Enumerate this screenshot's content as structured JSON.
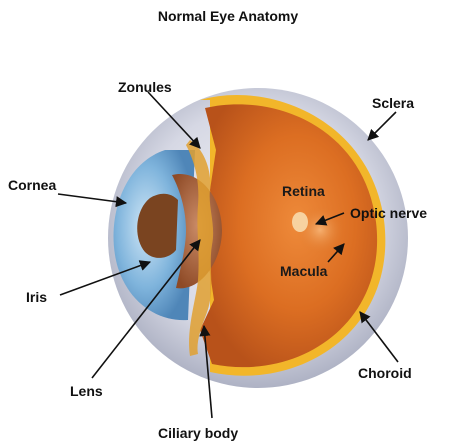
{
  "title": "Normal Eye Anatomy",
  "labels": {
    "zonules": "Zonules",
    "sclera": "Sclera",
    "cornea": "Cornea",
    "retina": "Retina",
    "optic_nerve": "Optic nerve",
    "macula": "Macula",
    "iris": "Iris",
    "lens": "Lens",
    "choroid": "Choroid",
    "ciliary_body": "Ciliary body"
  },
  "colors": {
    "retina": "#d86a1e",
    "choroid": "#f2b62a",
    "sclera": "#d8d8e6",
    "cornea": "#7fb4dc",
    "iris": "#7a4420",
    "lens": "#a8603a"
  }
}
